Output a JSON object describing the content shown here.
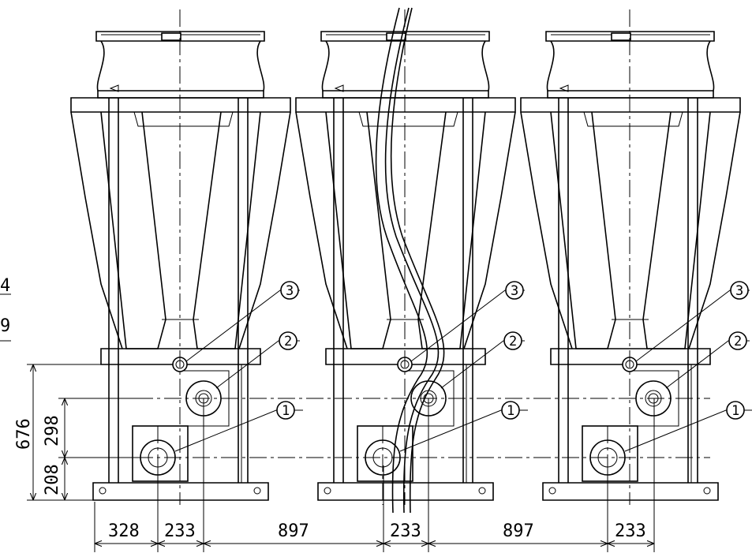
{
  "dimensions": {
    "horizontal": [
      "328",
      "233",
      "897",
      "233",
      "897",
      "233"
    ],
    "vertical_total": "676",
    "vertical_upper": "298",
    "vertical_lower": "208",
    "edge_fragments": [
      "4",
      "9"
    ]
  },
  "callouts": [
    "1",
    "2",
    "3"
  ],
  "units": 3
}
